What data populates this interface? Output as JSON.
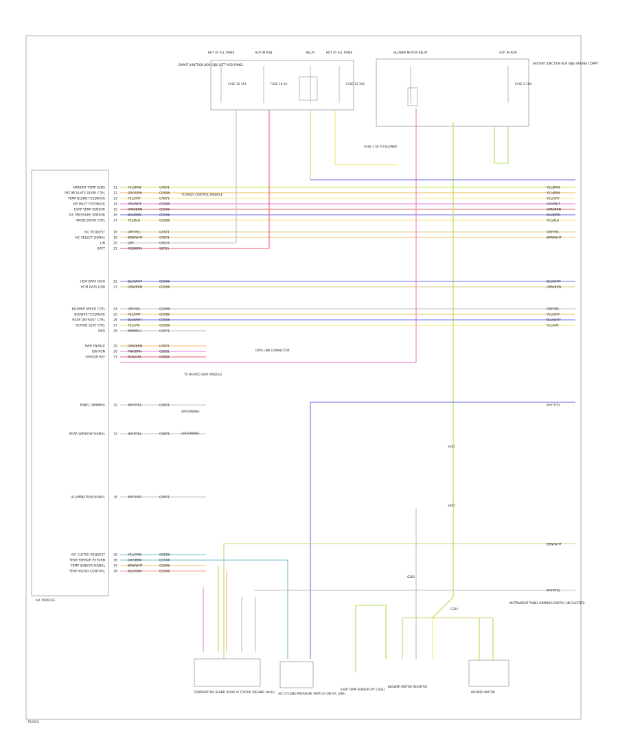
{
  "diagram": {
    "footer_code": "7X2SCX",
    "module_title": "A/C MODULE",
    "colors": {
      "yellow": "#f5e76a",
      "green": "#a8e04a",
      "orange": "#f3b85a",
      "red": "#ef5a6a",
      "pink": "#e77ad9",
      "blue": "#6a6ae8",
      "tan": "#d7cd7a",
      "gray": "#bdbdbd",
      "teal": "#6fb9c9",
      "cyan": "#7fd6e6",
      "lime": "#b4e64a",
      "salmon": "#f49a8a"
    },
    "pins": [
      {
        "label": "AMBIENT TEMP SENS",
        "num": "11",
        "wire": "YEL/BRN",
        "circuit": "CAB71"
      },
      {
        "label": "RECIRCULATE DOOR CTRL",
        "num": "12",
        "wire": "GRY/ORN",
        "circuit": "CDS06"
      },
      {
        "label": "TEMP BLEND FEEDBACK",
        "num": "13",
        "wire": "YEL/GRY",
        "circuit": "CAB71"
      },
      {
        "label": "AIR INLET FEEDBACK",
        "num": "14",
        "wire": "VIO/WHT",
        "circuit": "CDS06"
      },
      {
        "label": "EVAP TEMP SENSOR",
        "num": "15",
        "wire": "GRN/BRN",
        "circuit": "CDS06"
      },
      {
        "label": "A/C PRESSURE SENSOR",
        "num": "16",
        "wire": "BLU/BRN",
        "circuit": "CDS06"
      },
      {
        "label": "MODE DOOR CTRL",
        "num": "17",
        "wire": "YEL/BLU",
        "circuit": "CDS06"
      },
      {
        "label": "A/C REQUEST",
        "num": "18",
        "wire": "GRY/YEL",
        "circuit": "GAS71"
      },
      {
        "label": "A/C SELECT SIGNAL",
        "num": "19",
        "wire": "BRN/WHT",
        "circuit": "CAB71"
      },
      {
        "label": "LIN",
        "num": "20",
        "wire": "GRY",
        "circuit": "GRS71"
      },
      {
        "label": "BATT",
        "num": "21",
        "wire": "RED/BRN",
        "circuit": "SBP11"
      },
      {
        "label": "HCM DATA HIGH",
        "num": "22",
        "wire": "BLU/WHT",
        "circuit": "CDS06"
      },
      {
        "label": "HCM DATA LOW",
        "num": "23",
        "wire": "GRN/BRN",
        "circuit": "CDS06"
      },
      {
        "label": "BLOWER SPEED CTRL",
        "num": "24",
        "wire": "GRY/YEL",
        "circuit": "CDS06"
      },
      {
        "label": "BLOWER FEEDBACK",
        "num": "25",
        "wire": "YEL/GRY",
        "circuit": "CDS06"
      },
      {
        "label": "REAR DEFROST CTRL",
        "num": "26",
        "wire": "BLU/WHT",
        "circuit": "CDS06"
      },
      {
        "label": "HEATED SEAT CTRL",
        "num": "27",
        "wire": "YEL/VIO",
        "circuit": "CDS06"
      },
      {
        "label": "GND",
        "num": "28",
        "wire": "BRN/BLU",
        "circuit": "GAS71"
      },
      {
        "label": "PWR ENABLE",
        "num": "29",
        "wire": "GRN/BRN",
        "circuit": "CAB71"
      },
      {
        "label": "IGN RUN",
        "num": "30",
        "wire": "PNK/BRN",
        "circuit": "CBB81"
      },
      {
        "label": "SENSOR REF",
        "num": "31",
        "wire": "RED/GRY",
        "circuit": "CBB81"
      },
      {
        "label": "PANEL DIMMING",
        "num": "32",
        "wire": "WHT/YEL",
        "circuit": "CAB71"
      },
      {
        "label": "REAR WINDOW SIGNAL",
        "num": "33",
        "wire": "WHT/YEL",
        "circuit": "CAB71"
      },
      {
        "label": "ILLUMINATION SIGNAL",
        "num": "34",
        "wire": "WHT/VIO",
        "circuit": "CAB71"
      },
      {
        "label": "A/C CLUTCH REQUEST",
        "num": "35",
        "wire": "YEL/GRN",
        "circuit": "CDS06"
      },
      {
        "label": "TEMP SENSOR RETURN",
        "num": "36",
        "wire": "GRY/BRN",
        "circuit": "CDS06"
      },
      {
        "label": "TEMP SENSOR SIGNAL",
        "num": "37",
        "wire": "BRN/WHT",
        "circuit": "CDS06"
      },
      {
        "label": "TEMP BLEND CONTROL",
        "num": "38",
        "wire": "BLU/GRN",
        "circuit": "CDS06"
      }
    ],
    "right_tags": [
      "YEL/BRN",
      "YEL/BRN",
      "YEL/GRY",
      "VIO/WHT",
      "GRN/BRN",
      "BLU/BRN",
      "YEL/BLU",
      "GRY/YEL",
      "BRN/WHT",
      "BLU/WHT",
      "GRN/BRN",
      "GRY/YEL",
      "YEL/GRY",
      "BLU/WHT",
      "YEL/VIO",
      "WHT/YEL",
      "BRN/WHT",
      "WHT/YEL"
    ],
    "top_components": [
      {
        "title": "HOT AT ALL TIMES",
        "note": "FUSE 10 15A"
      },
      {
        "title": "HOT IN RUN",
        "note": "FUSE 18 5A"
      },
      {
        "title": "RELAY",
        "note": ""
      },
      {
        "title": "HOT AT ALL TIMES",
        "note": "FUSE 22 10A"
      },
      {
        "title": "BLOWER MOTOR RELAY",
        "note": ""
      },
      {
        "title": "HOT IN RUN",
        "note": "FUSE 5 10A"
      }
    ],
    "left_top_note": "SMART JUNCTION BOX (SJB) LEFT KICK PANEL",
    "right_top_note": "BATTERY JUNCTION BOX (BJB) ENGINE COMPT",
    "splice_note_1": "TO BODY CONTROL MODULE",
    "splice_note_2": "DATA LINK CONNECTOR",
    "splice_note_3": "TO HEATED SEAT MODULE",
    "grounding_1": "GROUNDING",
    "grounding_2": "GROUNDING",
    "inline_fuse": "FUSE 3 5A TO BLOWER",
    "bottom_components": [
      "TEMPERATURE BLEND DOOR ACTUATOR (BEHIND DASH)",
      "A/C CYCLING PRESSURE SWITCH (ON A/C LINE)",
      "EVAP TEMP SENSOR (AT CASE)",
      "BLOWER MOTOR RESISTOR",
      "BLOWER MOTOR"
    ],
    "right_bottom_note": "INSTRUMENT PANEL DIMMING SWITCH (IN CLUSTER)",
    "g_label_1": "G201",
    "g_label_2": "G301",
    "splice_1": "S201",
    "splice_2": "S301"
  }
}
